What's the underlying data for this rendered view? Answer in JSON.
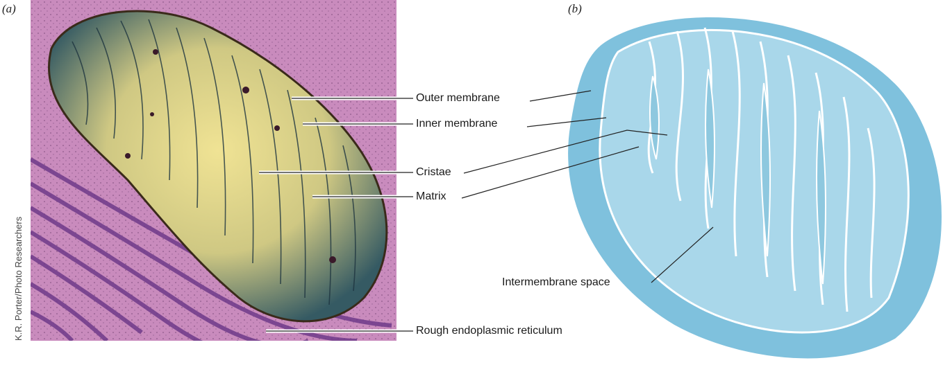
{
  "panels": {
    "a": "(a)",
    "b": "(b)"
  },
  "credit": "K.R. Porter/Photo Researchers",
  "labels": {
    "outer_membrane": "Outer membrane",
    "inner_membrane": "Inner membrane",
    "cristae": "Cristae",
    "matrix": "Matrix",
    "rough_er": "Rough endoplasmic reticulum",
    "intermembrane_space": "Intermembrane space"
  },
  "colors": {
    "micro_background": "#c98bbd",
    "er_stripes": "#6f3a8a",
    "matrix_fill": "#e8dc8a",
    "membrane_dark": "#1e3540",
    "illus_outer": "#7fc1dd",
    "illus_inner": "#a9d7ea"
  }
}
